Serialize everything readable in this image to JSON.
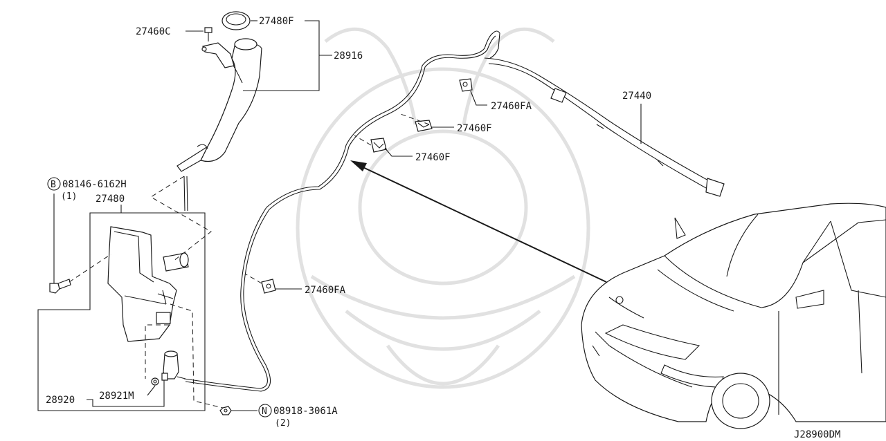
{
  "diagram_code": "J28900DM",
  "parts": {
    "p27460C": "27460C",
    "p27480F": "27480F",
    "p28916": "28916",
    "p27440": "27440",
    "p27460FA_top": "27460FA",
    "p27460F_1": "27460F",
    "p27460F_2": "27460F",
    "p27460FA_mid": "27460FA",
    "p08146_code": "08146-6162H",
    "p08146_qty": "(1)",
    "p08146_prefix": "B",
    "p27480": "27480",
    "p28920": "28920",
    "p28921M": "28921M",
    "p08918_code": "08918-3061A",
    "p08918_qty": "(2)",
    "p08918_prefix": "N"
  },
  "colors": {
    "line": "#1a1a1a",
    "watermark": "#d8d8d8",
    "background": "#ffffff"
  }
}
